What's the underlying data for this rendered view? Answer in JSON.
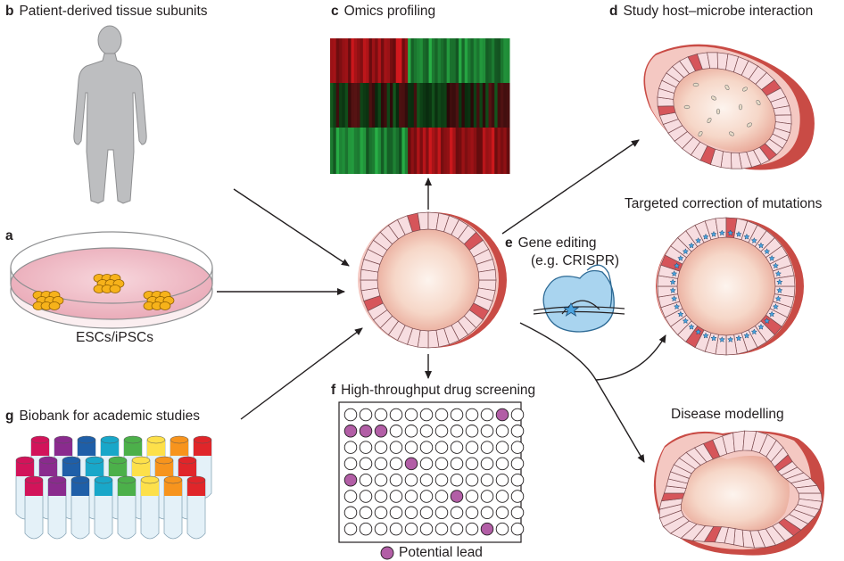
{
  "panels": {
    "a": {
      "letter": "a",
      "caption": "ESCs/iPSCs"
    },
    "b": {
      "letter": "b",
      "title": "Patient-derived tissue subunits"
    },
    "c": {
      "letter": "c",
      "title": "Omics profiling"
    },
    "d": {
      "letter": "d",
      "title": "Study host–microbe interaction"
    },
    "e": {
      "letter": "e",
      "title_line1": "Gene editing",
      "title_line2": "(e.g. CRISPR)"
    },
    "f": {
      "letter": "f",
      "title": "High-throughput drug screening",
      "legend": "Potential lead"
    },
    "g": {
      "letter": "g",
      "title": "Biobank for academic studies"
    },
    "correction": {
      "title": "Targeted correction of mutations"
    },
    "disease": {
      "title": "Disease modelling"
    }
  },
  "colors": {
    "heatmap_red": "#d71920",
    "heatmap_green": "#2bb24c",
    "organoid_fill": "#f7d9cf",
    "organoid_rim": "#c94b45",
    "cell": "#f7dde0",
    "plate_hit": "#b25ea6",
    "dish": "#f2c6cf",
    "cells_yellow": "#f6b21a",
    "dna": "#4aa3df"
  },
  "plate": {
    "rows": 8,
    "cols": 12,
    "hits": [
      [
        0,
        10
      ],
      [
        1,
        0
      ],
      [
        1,
        1
      ],
      [
        1,
        2
      ],
      [
        3,
        4
      ],
      [
        4,
        0
      ],
      [
        5,
        7
      ],
      [
        7,
        9
      ]
    ]
  },
  "tube_colors": [
    "#d2145a",
    "#8a2b8e",
    "#1f5fa8",
    "#19a7c9",
    "#4cb04a",
    "#fde04a",
    "#f7941d",
    "#e0262a"
  ]
}
